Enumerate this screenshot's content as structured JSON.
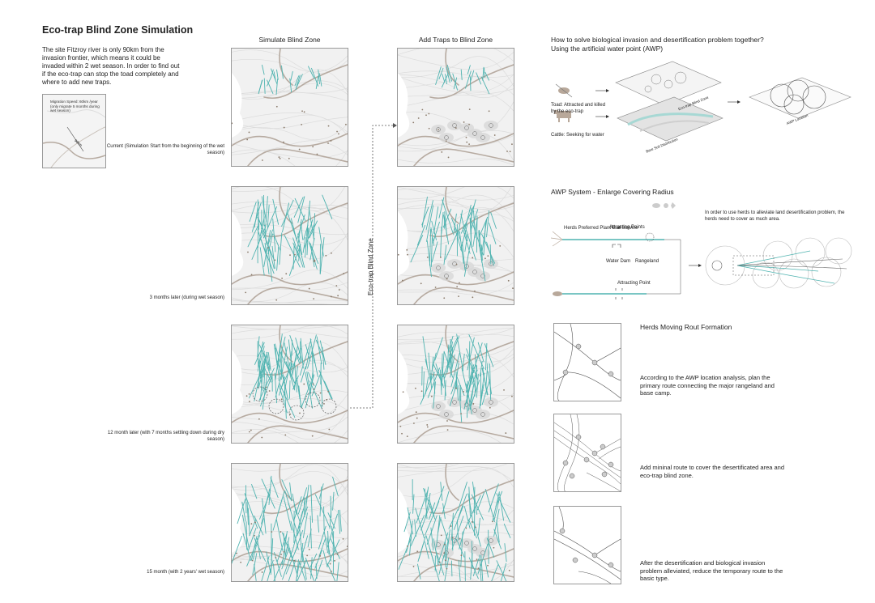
{
  "title": "Eco-trap Blind Zone Simulation",
  "intro": "The site Fitzroy river is only 90km from the invasion frontier, which means it could be invaded within 2 wet season. In order to find out if the eco-trap can stop the toad completely and where to add new traps.",
  "small_map": {
    "note": "Migration Speed: 60km /year (only migrate 5 months during wet season)",
    "distance_label": "90km"
  },
  "columns": {
    "simulate": "Simulate Blind Zone",
    "add_traps": "Add Traps to Blind Zone"
  },
  "rows": [
    {
      "label": "Current (Simulation Start from the beginning of the wet season)"
    },
    {
      "label": "3 months later (during wet season)"
    },
    {
      "label": "12 month later (with 7 months settling down during dry season)"
    },
    {
      "label": "15 month (with 2 years' wet season)"
    }
  ],
  "blind_zone_label": "Eco-trap Blind Zone",
  "awp": {
    "question": "How to solve biological invasion and desertification problem together?",
    "subtitle": "Using the artificial water point (AWP)",
    "toad_label": "Toad: Attracted and killed by the eco-trap",
    "cattle_label": "Cattle: Seeking for water",
    "layer_blind": "Eco-trap Blind Zone",
    "layer_soil": "Bare Soil Distribution",
    "layer_awp": "AWP Location"
  },
  "system": {
    "title": "AWP  System - Enlarge Covering Radius",
    "herds_plant": "Herds Preferred Plant that Survive",
    "attracting_points": "Attracting Points",
    "water_dam": "Water Dam",
    "rangeland": "Rangeland",
    "attracting_point": "Attracting Point",
    "note": "In order to use herds to alleviate land desertification problem, the herds need to cover as much area."
  },
  "herds": {
    "title": "Herds Moving Rout Formation",
    "step1": "According to the AWP location analysis, plan the  primary route connecting the major rangeland and base camp.",
    "step2": "Add mininal route to cover the desertificated area and eco-trap blind zone.",
    "step3": "After the desertification and biological invasion problem alleviated, reduce the temporary route to the basic type."
  },
  "colors": {
    "teal": "#4fb3b0",
    "river": "#b6aaa0",
    "contour": "#dcdcdc",
    "map_bg": "#f1f1f1"
  }
}
